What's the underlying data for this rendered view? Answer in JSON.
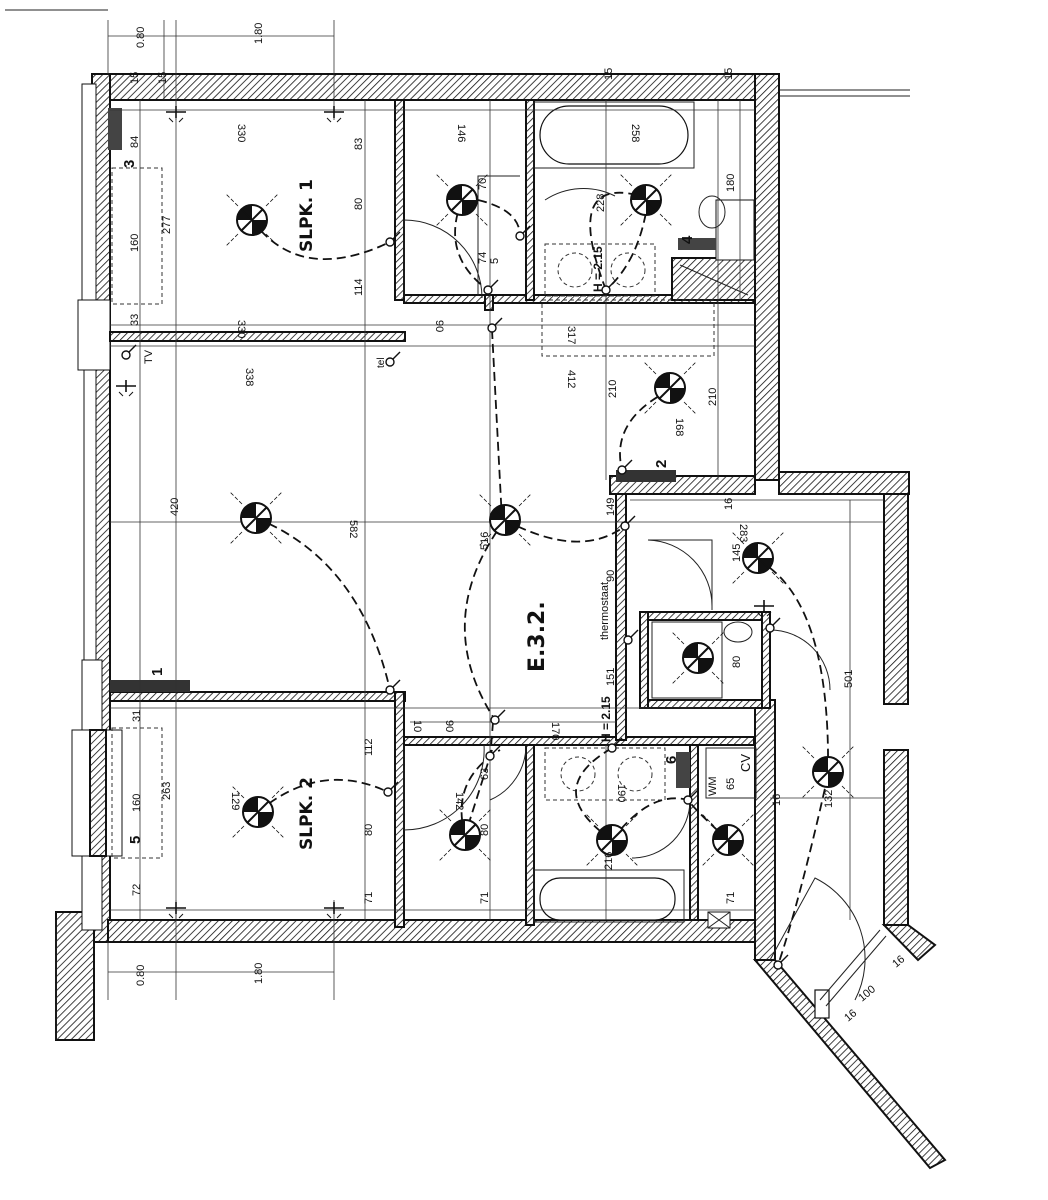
{
  "rooms": {
    "bedroom1": "SLPK. 1",
    "bedroom2": "SLPK. 2",
    "living": "E.3.2."
  },
  "labels": {
    "tv": "TV",
    "tel": "tel",
    "thermostat": "thermostaat",
    "wm": "WM",
    "cv": "CV",
    "h1": "H = 2.15",
    "h2": "H = 2.15"
  },
  "markers": {
    "m1": "1",
    "m2": "2",
    "m3": "3",
    "m4": "4",
    "m5": "5",
    "m6": "6"
  },
  "dims": {
    "top_a": "0.80",
    "top_b": "1.80",
    "bot_a": "0.80",
    "bot_b": "1.80",
    "d15a": "15",
    "d15b": "15",
    "d15c": "15",
    "d15d": "15",
    "d330a": "330",
    "d330b": "330",
    "d146": "146",
    "d258": "258",
    "d84": "84",
    "d277": "277",
    "d160a": "160",
    "d33": "33",
    "d83": "83",
    "d80a": "80",
    "d114": "114",
    "d70": "70",
    "d74": "74",
    "d228": "228",
    "d180": "180",
    "d338": "338",
    "d90a": "90",
    "d317": "317",
    "d412": "412",
    "d210a": "210",
    "d210b": "210",
    "d168": "168",
    "d420": "420",
    "d582": "582",
    "d516": "516",
    "d149": "149",
    "d283": "283",
    "d145": "145",
    "d16a": "16",
    "d90b": "90",
    "d151": "151",
    "d170": "170",
    "d10": "10",
    "d90c": "90",
    "d501": "501",
    "d80b": "80",
    "d31": "31",
    "d263": "263",
    "d160b": "160",
    "d72": "72",
    "d112": "112",
    "d80c": "80",
    "d71a": "71",
    "d129": "129",
    "d63": "63",
    "d142": "142",
    "d80d": "80",
    "d71b": "71",
    "d190": "190",
    "d216": "216",
    "d65": "65",
    "d16b": "16",
    "d132": "132",
    "d71c": "71",
    "d100": "100",
    "d16c": "16",
    "d16d": "16",
    "d5": "5"
  }
}
